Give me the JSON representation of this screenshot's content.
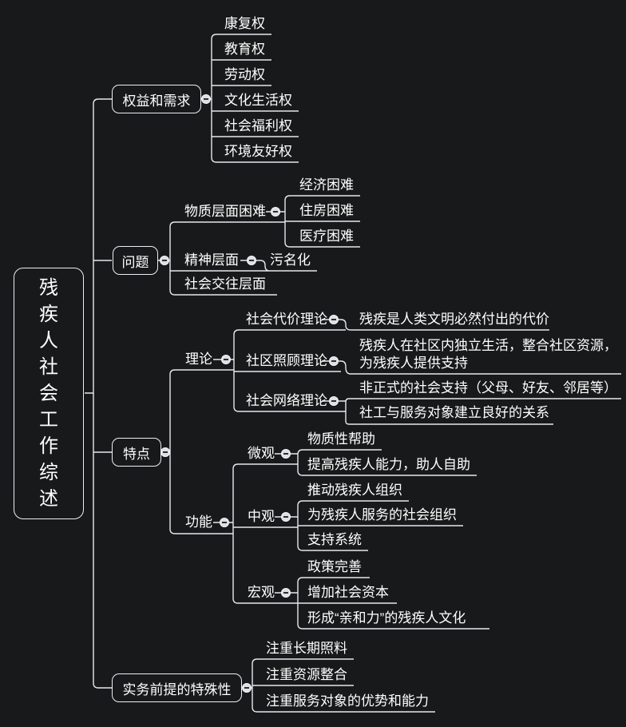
{
  "canvas": {
    "background_color": "#18191b",
    "line_color": "#e6e8eb",
    "text_color": "#ffffff",
    "toggle_fill_color": "#dce0e5",
    "toggle_icon": "minus"
  },
  "mindmap": {
    "root": {
      "label": "残疾人社会工作综述"
    },
    "branches": [
      {
        "label": "权益和需求",
        "children": [
          {
            "label": "康复权"
          },
          {
            "label": "教育权"
          },
          {
            "label": "劳动权"
          },
          {
            "label": "文化生活权"
          },
          {
            "label": "社会福利权"
          },
          {
            "label": "环境友好权"
          }
        ]
      },
      {
        "label": "问题",
        "children": [
          {
            "label": "物质层面困难",
            "children": [
              {
                "label": "经济困难"
              },
              {
                "label": "住房困难"
              },
              {
                "label": "医疗困难"
              }
            ]
          },
          {
            "label": "精神层面",
            "children": [
              {
                "label": "污名化"
              }
            ]
          },
          {
            "label": "社会交往层面"
          }
        ]
      },
      {
        "label": "特点",
        "children": [
          {
            "label": "理论",
            "children": [
              {
                "label": "社会代价理论",
                "children": [
                  {
                    "label": "残疾是人类文明必然付出的代价"
                  }
                ]
              },
              {
                "label": "社区照顾理论",
                "children": [
                  {
                    "label": "残疾人在社区内独立生活，整合社区资源，\n为残疾人提供支持"
                  }
                ]
              },
              {
                "label": "社会网络理论",
                "children": [
                  {
                    "label": "非正式的社会支持（父母、好友、邻居等）"
                  },
                  {
                    "label": "社工与服务对象建立良好的关系"
                  }
                ]
              }
            ]
          },
          {
            "label": "功能",
            "children": [
              {
                "label": "微观",
                "children": [
                  {
                    "label": "物质性帮助"
                  },
                  {
                    "label": "提高残疾人能力，助人自助"
                  }
                ]
              },
              {
                "label": "中观",
                "children": [
                  {
                    "label": "推动残疾人组织"
                  },
                  {
                    "label": "为残疾人服务的社会组织"
                  },
                  {
                    "label": "支持系统"
                  }
                ]
              },
              {
                "label": "宏观",
                "children": [
                  {
                    "label": "政策完善"
                  },
                  {
                    "label": "增加社会资本"
                  },
                  {
                    "label": "形成“亲和力”的残疾人文化"
                  }
                ]
              }
            ]
          }
        ]
      },
      {
        "label": "实务前提的特殊性",
        "children": [
          {
            "label": "注重长期照料"
          },
          {
            "label": "注重资源整合"
          },
          {
            "label": "注重服务对象的优势和能力"
          }
        ]
      }
    ]
  }
}
